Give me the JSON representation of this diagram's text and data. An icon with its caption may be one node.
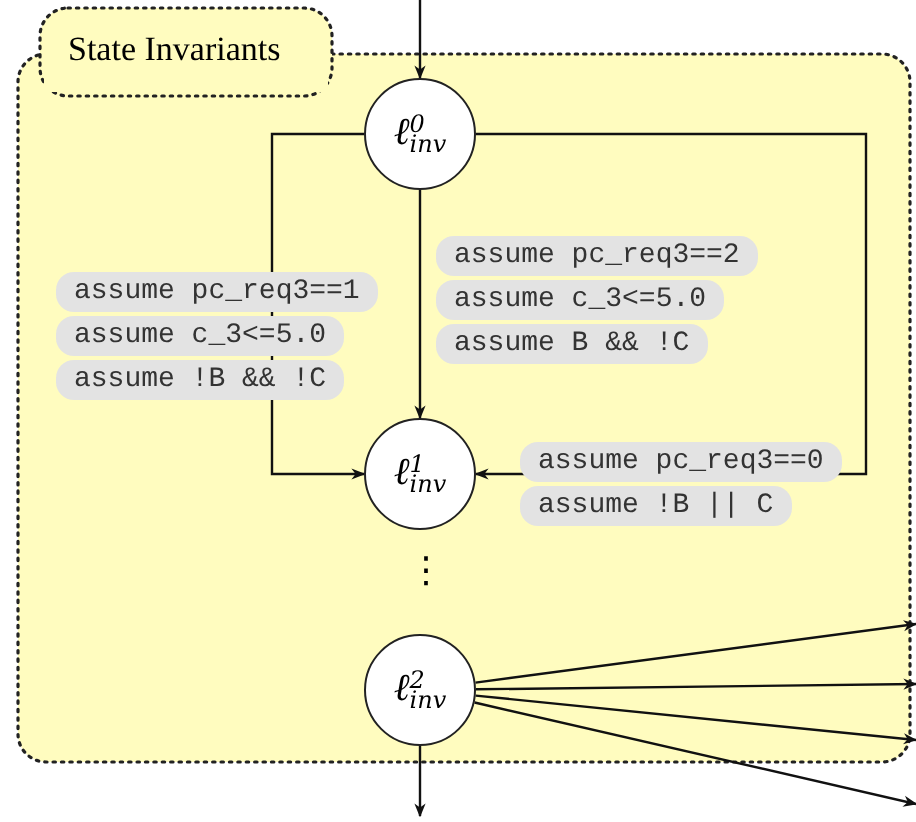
{
  "diagram": {
    "nodes": [
      {
        "text": [
          "State Invariants"
        ]
      },
      {
        "text": [
          "ℓ$^{0}$$_{inv}$"
        ],
        "in": 0
      },
      {
        "text": [
          "ℓ$^{1}$$_{inv}$"
        ],
        "in": 0
      },
      {
        "text": [
          "ℓ$^{2}$$_{inv}$"
        ],
        "in": 0
      }
    ],
    "edges": [
      {
        "from": null,
        "to": 1,
        "arrow": "to"
      },
      {
        "from": 1,
        "to": 2,
        "arrow": "to",
        "label": [
          "assume pc_req3==1",
          "assume c_3<=5.0",
          "assume !B && !C"
        ]
      },
      {
        "from": 1,
        "to": 2,
        "arrow": "to",
        "label": [
          "assume pc_req3==2",
          "assume c_3<=5.0",
          "assume B && !C"
        ]
      },
      {
        "from": 1,
        "to": 2,
        "arrow": "to",
        "label": [
          "assume pc_req3==0",
          "assume !B || C"
        ]
      },
      {
        "from": 3,
        "to": null,
        "arrow": "to"
      },
      {
        "from": 3,
        "to": null,
        "arrow": "to"
      },
      {
        "from": 3,
        "to": null,
        "arrow": "to"
      },
      {
        "from": 3,
        "to": null,
        "arrow": "to"
      },
      {
        "from": 3,
        "to": null,
        "arrow": "to"
      }
    ],
    "labels": [
      "⋮"
    ]
  }
}
